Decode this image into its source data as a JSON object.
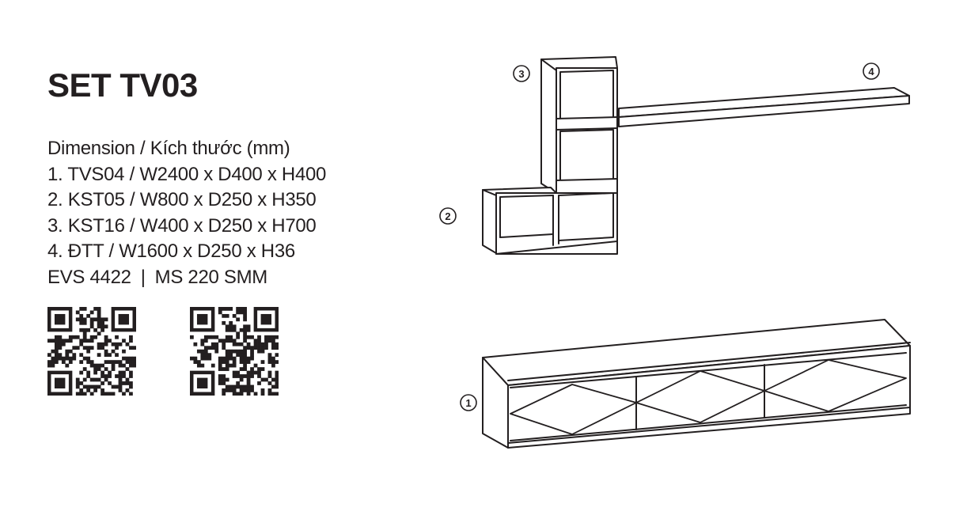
{
  "product": {
    "title": "SET TV03"
  },
  "specs": {
    "heading": "Dimension / Kích thước (mm)",
    "items": [
      "1. TVS04 / W2400 x D400 x H400",
      "2. KST05 / W800 x D250 x H350",
      "3. KST16 / W400 x D250 x H700",
      "4. ĐTT / W1600 x D250 x H36"
    ],
    "codes": {
      "left": "EVS 4422",
      "separator": "|",
      "right": "MS 220 SMM"
    }
  },
  "callouts": [
    "1",
    "2",
    "3",
    "4"
  ],
  "colors": {
    "ink": "#231f20",
    "background": "#ffffff"
  },
  "icons": [
    "qr-code-icon",
    "qr-code-icon"
  ]
}
